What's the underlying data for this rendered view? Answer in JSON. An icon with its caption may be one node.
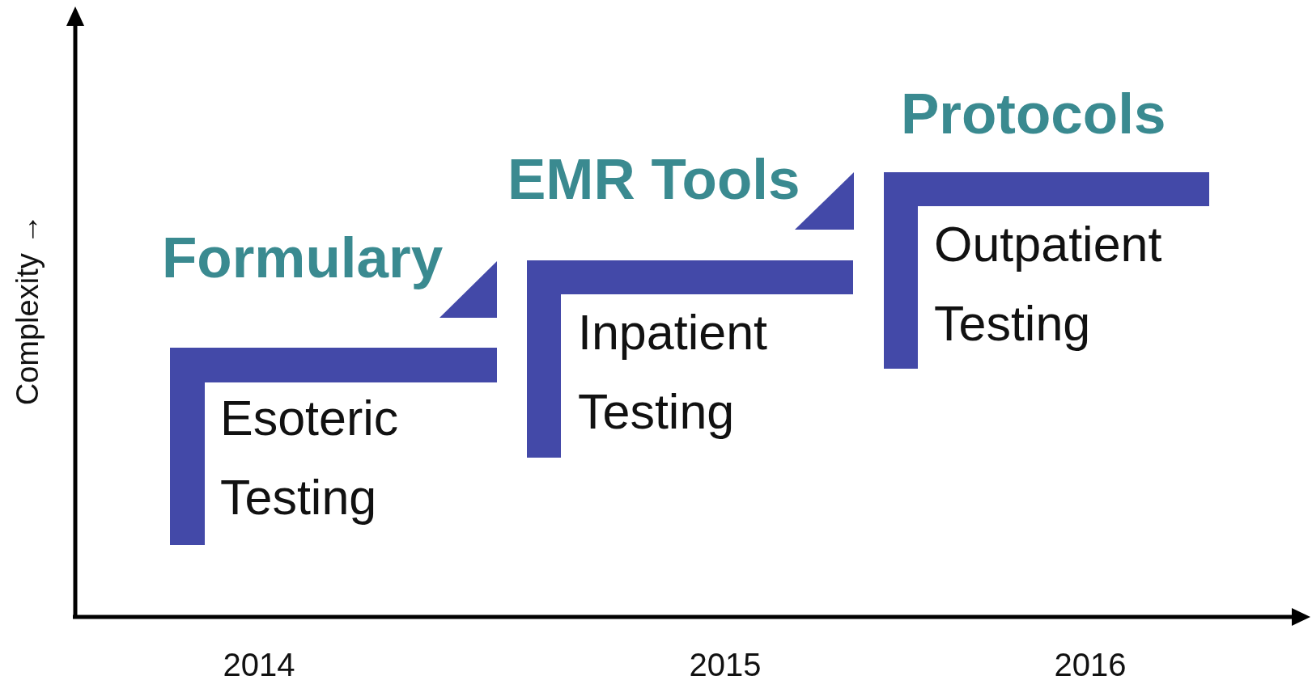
{
  "diagram": {
    "nodes": [
      {
        "text": [
          "Esoteric Testing"
        ]
      },
      {
        "text": [],
        "shape": "triangle"
      },
      {
        "text": [
          "Inpatient Testing"
        ]
      },
      {
        "text": [],
        "shape": "triangle"
      },
      {
        "text": [
          "Outpatient Testing"
        ]
      }
    ],
    "edges": [],
    "labels": [
      "Complexity →",
      "Formulary",
      "EMR Tools",
      "Protocols",
      "2014",
      "2015",
      "2016"
    ]
  }
}
